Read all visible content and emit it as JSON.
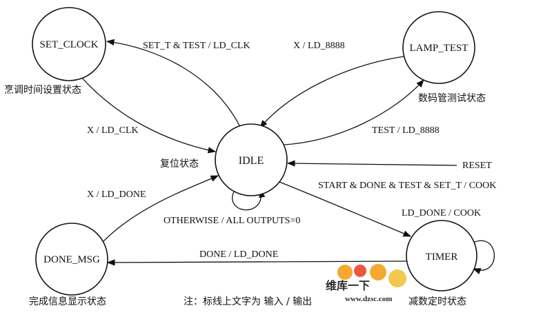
{
  "states": {
    "set_clock": "SET_CLOCK",
    "lamp_test": "LAMP_TEST",
    "idle": "IDLE",
    "done_msg": "DONE_MSG",
    "timer": "TIMER"
  },
  "state_captions": {
    "set_clock": "烹调时间设置状态",
    "lamp_test": "数码管测试状态",
    "idle": "复位状态",
    "done_msg": "完成信息显示状态",
    "timer": "减数定时状态"
  },
  "transitions": {
    "idle_to_set_clock": "SET_T & TEST / LD_CLK",
    "set_clock_to_idle": "X / LD_CLK",
    "lamp_test_to_idle": "X / LD_8888",
    "idle_to_lamp_test": "TEST / LD_8888",
    "reset": "RESET",
    "idle_to_timer": "START & DONE & TEST & SET_T / COOK",
    "idle_self": "OTHERWISE / ALL OUTPUTS=0",
    "timer_self": "LD_DONE / COOK",
    "timer_to_done_msg": "DONE / LD_DONE",
    "done_msg_to_idle": "X / LD_DONE"
  },
  "note": "注：标线上文字为 输入 / 输出",
  "watermark": {
    "brand": "维库一下",
    "url": "www.dzsc.com"
  }
}
